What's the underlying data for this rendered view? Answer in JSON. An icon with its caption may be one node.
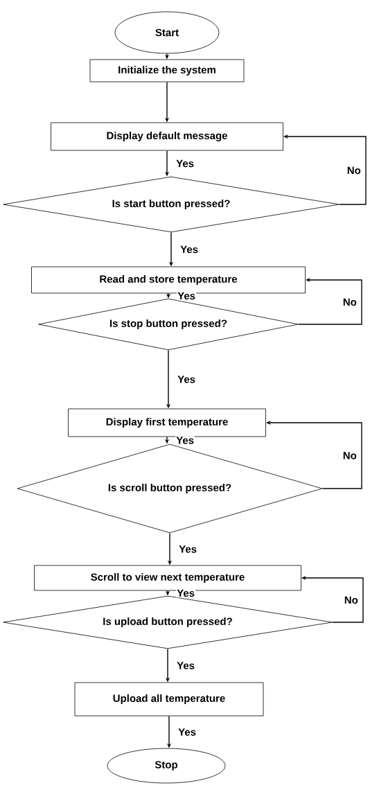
{
  "diagram": {
    "nodes": [
      {
        "text": [
          "Start"
        ]
      },
      {
        "text": [
          "Initialize the system"
        ]
      },
      {
        "text": [
          "Display default message"
        ]
      },
      {
        "text": [
          "Is start button pressed?"
        ]
      },
      {
        "text": [
          "Read and store temperature"
        ]
      },
      {
        "text": [
          "Is stop button pressed?"
        ]
      },
      {
        "text": [
          "Display first temperature"
        ]
      },
      {
        "text": [
          "Is scroll button pressed?"
        ]
      },
      {
        "text": [
          "Scroll to view next temperature"
        ]
      },
      {
        "text": [
          "Is  upload button pressed?"
        ]
      },
      {
        "text": [
          "Upload all temperature"
        ]
      },
      {
        "text": [
          "Stop"
        ]
      }
    ],
    "edges": [
      {
        "from": 0,
        "to": 1,
        "arrow": "to"
      },
      {
        "from": 1,
        "to": 2,
        "arrow": "to"
      },
      {
        "from": 2,
        "to": 3,
        "arrow": "to",
        "label": "Yes"
      },
      {
        "from": 3,
        "to": 2,
        "arrow": "to",
        "label": "No"
      },
      {
        "from": 3,
        "to": 4,
        "arrow": "to",
        "label": "Yes"
      },
      {
        "from": 4,
        "to": 5,
        "arrow": "to",
        "label": "Yes"
      },
      {
        "from": 5,
        "to": 4,
        "arrow": "to",
        "label": "No"
      },
      {
        "from": 5,
        "to": 6,
        "arrow": "to",
        "label": "Yes"
      },
      {
        "from": 6,
        "to": 7,
        "arrow": "to",
        "label": "Yes"
      },
      {
        "from": 7,
        "to": 6,
        "arrow": "to",
        "label": "No"
      },
      {
        "from": 7,
        "to": 8,
        "arrow": "to",
        "label": "Yes"
      },
      {
        "from": 8,
        "to": 9,
        "arrow": "to",
        "label": "Yes"
      },
      {
        "from": 9,
        "to": 8,
        "arrow": "to",
        "label": "No"
      },
      {
        "from": 9,
        "to": 10,
        "arrow": "to",
        "label": "Yes"
      },
      {
        "from": 10,
        "to": 11,
        "arrow": "to",
        "label": "Yes"
      }
    ]
  }
}
